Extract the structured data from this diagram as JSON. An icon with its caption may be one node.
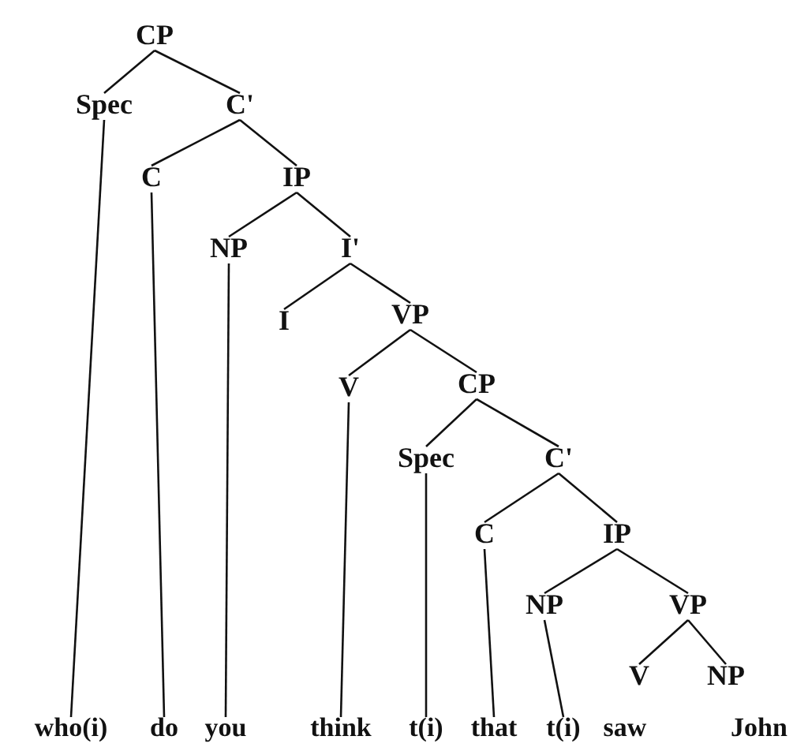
{
  "diagram": {
    "nodes": [
      {
        "text": [
          "CP"
        ]
      },
      {
        "text": [
          "Spec"
        ]
      },
      {
        "text": [
          "C'"
        ]
      },
      {
        "text": [
          "C"
        ]
      },
      {
        "text": [
          "IP"
        ]
      },
      {
        "text": [
          "NP"
        ]
      },
      {
        "text": [
          "I'"
        ]
      },
      {
        "text": [
          "I"
        ]
      },
      {
        "text": [
          "VP"
        ]
      },
      {
        "text": [
          "V"
        ]
      },
      {
        "text": [
          "CP"
        ]
      },
      {
        "text": [
          "Spec"
        ]
      },
      {
        "text": [
          "C'"
        ]
      },
      {
        "text": [
          "C"
        ]
      },
      {
        "text": [
          "IP"
        ]
      },
      {
        "text": [
          "NP"
        ]
      },
      {
        "text": [
          "VP"
        ]
      },
      {
        "text": [
          "V"
        ]
      },
      {
        "text": [
          "NP"
        ]
      },
      {
        "text": [
          "who(i)"
        ]
      },
      {
        "text": [
          "do"
        ]
      },
      {
        "text": [
          "you"
        ]
      },
      {
        "text": [
          "think"
        ]
      },
      {
        "text": [
          "t(i)"
        ]
      },
      {
        "text": [
          "that"
        ]
      },
      {
        "text": [
          "t(i)"
        ]
      },
      {
        "text": [
          "saw"
        ]
      },
      {
        "text": [
          "John"
        ]
      }
    ],
    "edges": [
      {
        "from": 0,
        "to": 1,
        "arrow": "none"
      },
      {
        "from": 0,
        "to": 2,
        "arrow": "none"
      },
      {
        "from": 2,
        "to": 3,
        "arrow": "none"
      },
      {
        "from": 2,
        "to": 4,
        "arrow": "none"
      },
      {
        "from": 4,
        "to": 5,
        "arrow": "none"
      },
      {
        "from": 4,
        "to": 6,
        "arrow": "none"
      },
      {
        "from": 6,
        "to": 7,
        "arrow": "none"
      },
      {
        "from": 6,
        "to": 8,
        "arrow": "none"
      },
      {
        "from": 8,
        "to": 9,
        "arrow": "none"
      },
      {
        "from": 8,
        "to": 10,
        "arrow": "none"
      },
      {
        "from": 10,
        "to": 11,
        "arrow": "none"
      },
      {
        "from": 10,
        "to": 12,
        "arrow": "none"
      },
      {
        "from": 12,
        "to": 13,
        "arrow": "none"
      },
      {
        "from": 12,
        "to": 14,
        "arrow": "none"
      },
      {
        "from": 14,
        "to": 15,
        "arrow": "none"
      },
      {
        "from": 14,
        "to": 16,
        "arrow": "none"
      },
      {
        "from": 16,
        "to": 17,
        "arrow": "none"
      },
      {
        "from": 16,
        "to": 18,
        "arrow": "none"
      },
      {
        "from": 1,
        "to": 19,
        "arrow": "none"
      },
      {
        "from": 3,
        "to": 20,
        "arrow": "none"
      },
      {
        "from": 5,
        "to": 21,
        "arrow": "none"
      },
      {
        "from": 9,
        "to": 22,
        "arrow": "none"
      },
      {
        "from": 11,
        "to": 23,
        "arrow": "none"
      },
      {
        "from": 13,
        "to": 24,
        "arrow": "none"
      },
      {
        "from": 15,
        "to": 25,
        "arrow": "none"
      }
    ]
  }
}
